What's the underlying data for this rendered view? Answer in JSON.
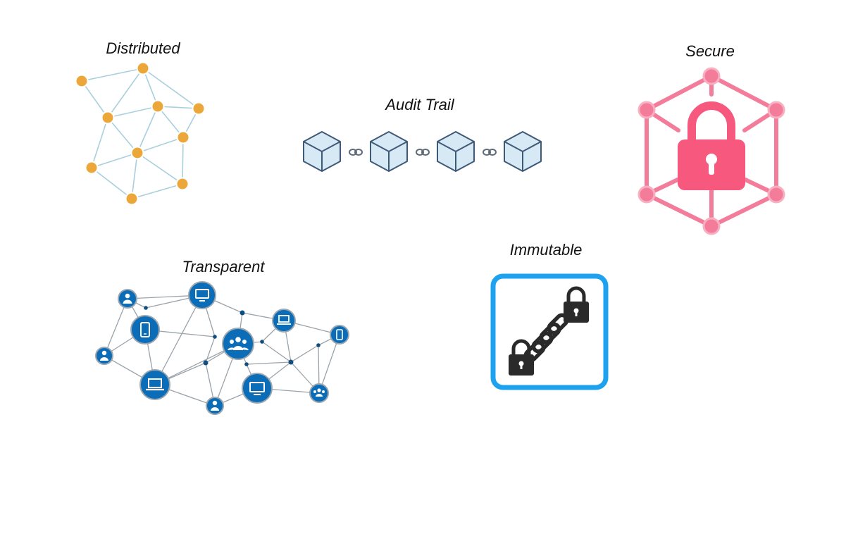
{
  "labels": {
    "distributed": "Distributed",
    "audit_trail": "Audit Trail",
    "secure": "Secure",
    "transparent": "Transparent",
    "immutable": "Immutable"
  },
  "icons": {
    "distributed": "distributed-network-icon",
    "audit_trail": "block-chain-icon",
    "secure": "lock-hexagon-icon",
    "transparent": "device-network-icon",
    "immutable": "locked-chain-icon"
  },
  "colors": {
    "node_orange": "#ECA73A",
    "edge_lightblue": "#A9CFDE",
    "cube_fill": "#D8E9F6",
    "cube_stroke": "#3E5A76",
    "secure_pink": "#F47C9B",
    "lock_pink": "#F7587E",
    "network_blue": "#0B6DB8",
    "immutable_border": "#1CA2EE",
    "chain_dark": "#2A2A2A"
  }
}
